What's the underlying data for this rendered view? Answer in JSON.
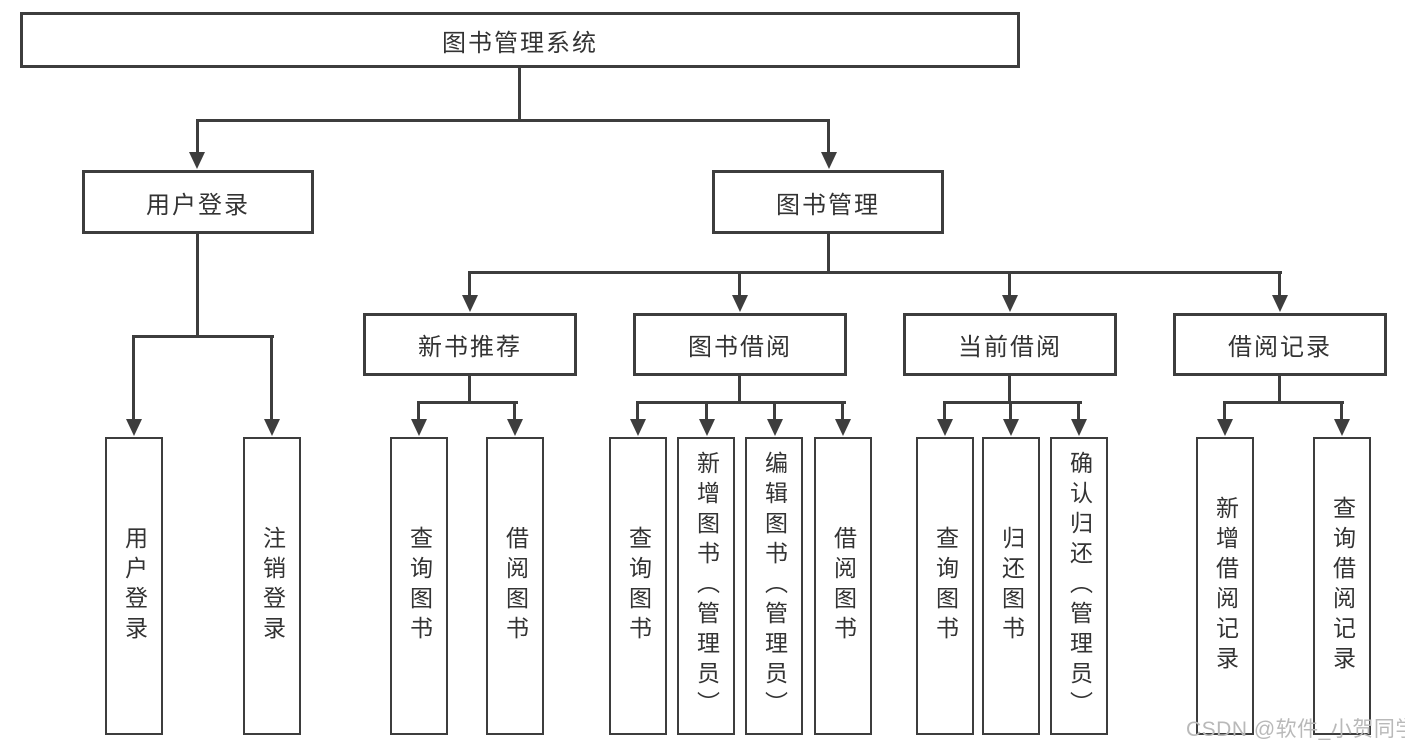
{
  "diagram": {
    "root": {
      "label": "图书管理系统"
    },
    "branches": [
      {
        "label": "用户登录",
        "children": [
          {
            "label": "用户登录"
          },
          {
            "label": "注销登录"
          }
        ]
      },
      {
        "label": "图书管理",
        "children": [
          {
            "label": "新书推荐",
            "children": [
              {
                "label": "查询图书"
              },
              {
                "label": "借阅图书"
              }
            ]
          },
          {
            "label": "图书借阅",
            "children": [
              {
                "label": "查询图书"
              },
              {
                "label": "新增图书（管理员）"
              },
              {
                "label": "编辑图书（管理员）"
              },
              {
                "label": "借阅图书"
              }
            ]
          },
          {
            "label": "当前借阅",
            "children": [
              {
                "label": "查询图书"
              },
              {
                "label": "归还图书"
              },
              {
                "label": "确认归还（管理员）"
              }
            ]
          },
          {
            "label": "借阅记录",
            "children": [
              {
                "label": "新增借阅记录"
              },
              {
                "label": "查询借阅记录"
              }
            ]
          }
        ]
      }
    ]
  },
  "watermark": {
    "text": "CSDN @软件_小贺同学"
  },
  "colors": {
    "line": "#3d3d3d",
    "text": "#333333",
    "bg": "#ffffff",
    "watermark": "#b9b9b9"
  }
}
